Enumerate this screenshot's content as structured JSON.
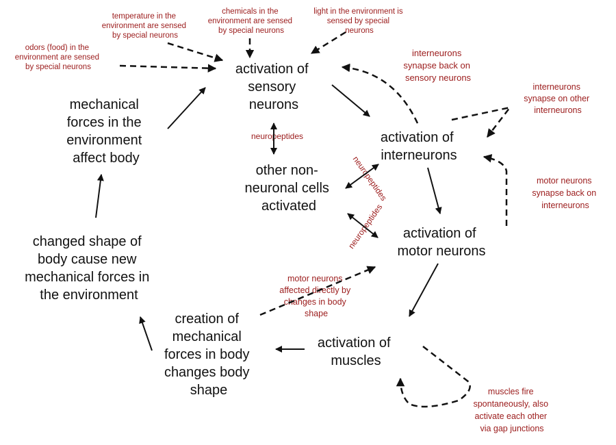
{
  "nodes": {
    "sensory": [
      "activation of",
      "sensory",
      "neurons"
    ],
    "mechanical_env": [
      "mechanical",
      "forces in the",
      "environment",
      "affect body"
    ],
    "interneurons": [
      "activation of",
      "interneurons"
    ],
    "non_neuronal": [
      "other non-",
      "neuronal cells",
      "activated"
    ],
    "motor": [
      "activation of",
      "motor neurons"
    ],
    "changed_shape": [
      "changed shape of",
      "body cause new",
      "mechanical forces in",
      "the environment"
    ],
    "creation": [
      "creation of",
      "mechanical",
      "forces in body",
      "changes body",
      "shape"
    ],
    "muscles": [
      "activation of",
      "muscles"
    ]
  },
  "notes": {
    "temperature": [
      "temperature in the",
      "environment are sensed",
      "by special neurons"
    ],
    "chemicals": [
      "chemicals in the",
      "environment are sensed",
      "by special neurons"
    ],
    "light": [
      "light in the environment is",
      "sensed by special",
      "neurons"
    ],
    "odors": [
      "odors (food) in the",
      "environment are sensed",
      "by special neurons"
    ],
    "inter_back_sensory": [
      "interneurons",
      "synapse back on",
      "sensory neurons"
    ],
    "inter_other": [
      "interneurons",
      "synapse on other",
      "interneurons"
    ],
    "motor_back_inter": [
      "motor neurons",
      "synapse back on",
      "interneurons"
    ],
    "motor_affected": [
      "motor neurons",
      "affected directly by",
      "changes in body",
      "shape"
    ],
    "muscles_fire": [
      "muscles fire",
      "spontaneously, also",
      "activate each other",
      "via gap junctions"
    ],
    "neuropeptides_1": "neuropeptides",
    "neuropeptides_2": "neuropeptides",
    "neuropeptides_3": "neuropeptides"
  },
  "colors": {
    "node_text": "#111111",
    "note_text": "#9b1b1b",
    "arrow": "#111111"
  }
}
